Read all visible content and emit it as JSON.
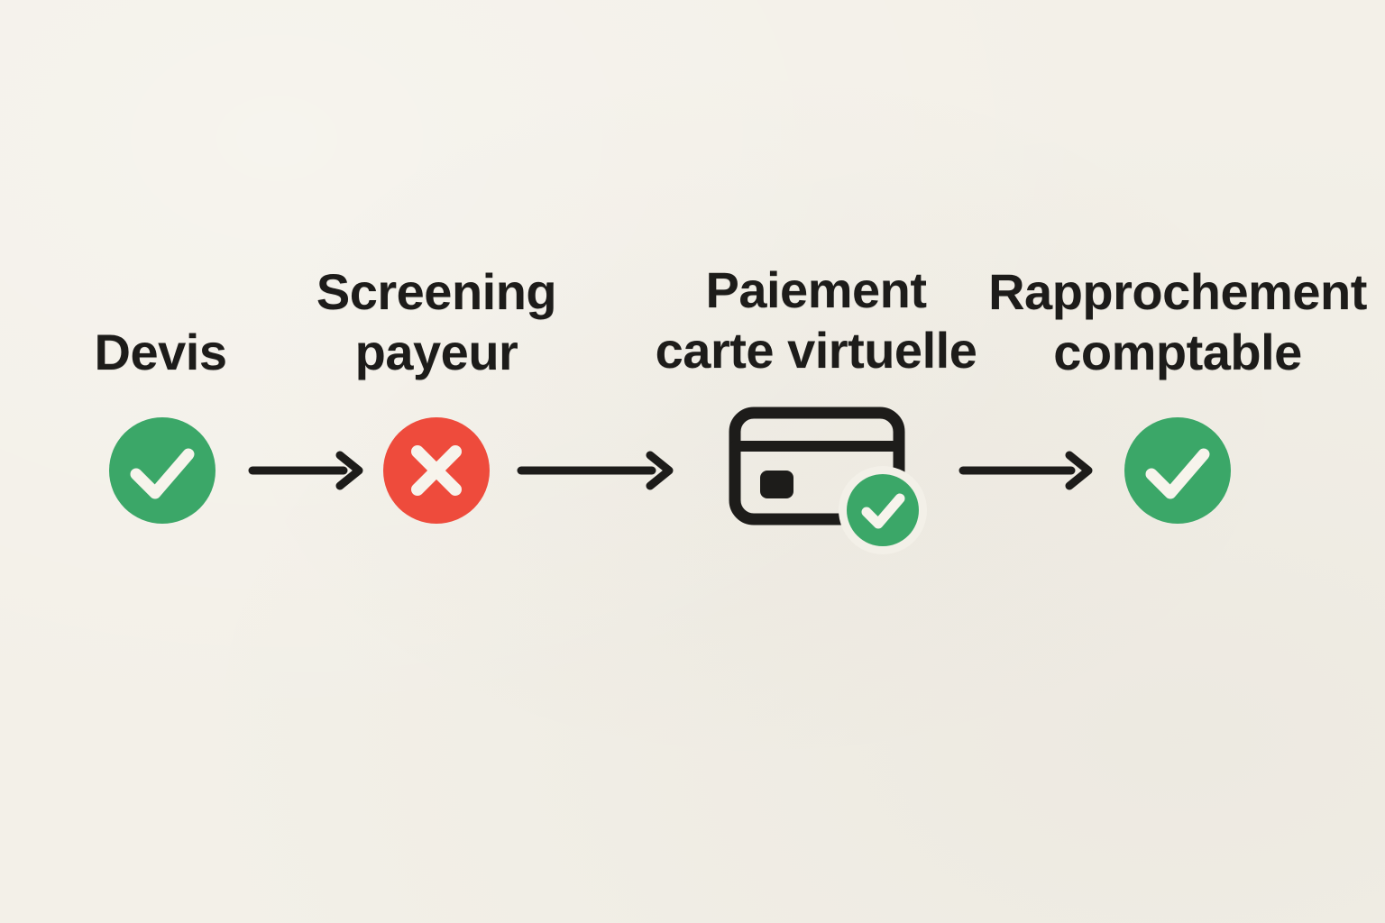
{
  "colors": {
    "background": "#F3F0E8",
    "ink": "#1D1C1A",
    "success_green": "#3BA768",
    "error_red": "#EE4B3C",
    "mark_offwhite": "#F7F4EC"
  },
  "diagram": {
    "type": "horizontal-process-flow",
    "steps": [
      {
        "id": "devis",
        "lines": [
          "Devis"
        ],
        "icon": "check-circle-icon",
        "status": "validated"
      },
      {
        "id": "screening-payeur",
        "lines": [
          "Screening",
          "payeur"
        ],
        "icon": "x-circle-icon",
        "status": "rejected"
      },
      {
        "id": "paiement-carte-virtuelle",
        "lines": [
          "Paiement",
          "carte virtuelle"
        ],
        "icon": "credit-card-check-icon",
        "status": "validated"
      },
      {
        "id": "rapprochement-comptable",
        "lines": [
          "Rapprochement",
          "comptable"
        ],
        "icon": "check-circle-icon",
        "status": "validated"
      }
    ],
    "connectors": [
      {
        "from": "devis",
        "to": "screening-payeur",
        "type": "arrow-right"
      },
      {
        "from": "screening-payeur",
        "to": "paiement-carte-virtuelle",
        "type": "arrow-right"
      },
      {
        "from": "paiement-carte-virtuelle",
        "to": "rapprochement-comptable",
        "type": "arrow-right"
      }
    ]
  }
}
